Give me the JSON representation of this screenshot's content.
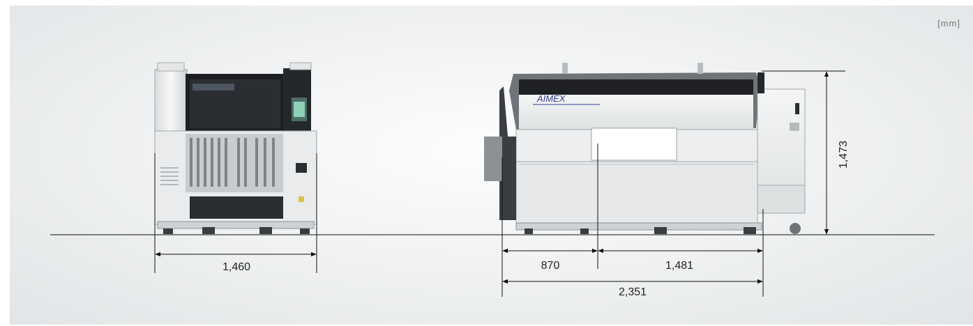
{
  "unit": "[mm]",
  "front_view": {
    "width_label": "1,460"
  },
  "side_view": {
    "depth_front_label": "870",
    "depth_rear_label": "1,481",
    "depth_total_label": "2,351",
    "height_label": "1,473",
    "brand_logo": "AIMEX"
  },
  "colors": {
    "machine_white": "#f2f3f2",
    "machine_dark": "#1d1f22",
    "dimension_line": "#111111"
  }
}
